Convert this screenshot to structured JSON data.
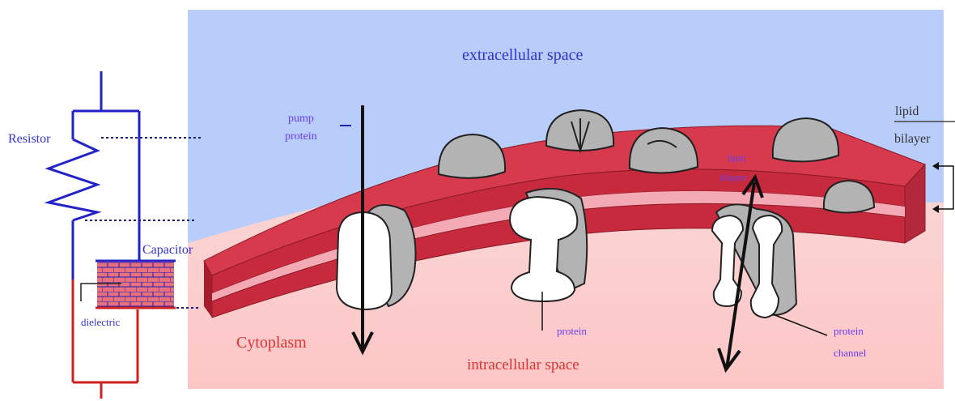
{
  "labels": {
    "extracellular": "extracellular space",
    "intracellular": "intracellular space",
    "cytoplasm": "Cytoplasm",
    "resistor": "Resistor",
    "capacitor": "Capacitor",
    "dielectric": "dielectric",
    "pump_line1": "pump",
    "pump_line2": "protein",
    "lipid_top1": "lipid",
    "lipid_top2": "bilayer",
    "lipid_inner1": "lipid",
    "lipid_inner2": "bilayer",
    "protein": "protein",
    "channel1": "protein",
    "channel2": "channel"
  },
  "colors": {
    "extracellular_bg": "#b9cdfb",
    "intracellular_bg": "#fcc8c8",
    "membrane_red": "#d73a4d",
    "membrane_dark": "#a31d2c",
    "membrane_pink": "#f3aab4",
    "protein_gray": "#b3b3b3",
    "circuit_blue": "#2222c8",
    "circuit_red": "#d01f1f",
    "label_blue": "#3333cc",
    "label_violet": "#6a3df0",
    "label_red": "#dd3333"
  }
}
